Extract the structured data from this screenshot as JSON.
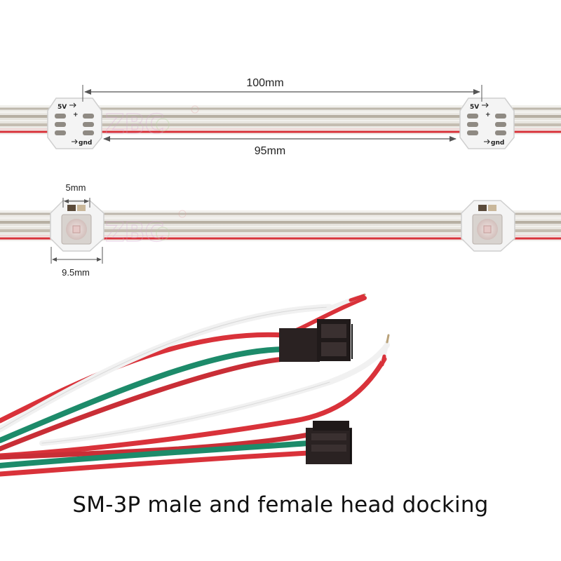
{
  "dimensions": {
    "pitch": "100mm",
    "gap": "95mm",
    "led_size": "5mm",
    "board_diameter": "9.5mm"
  },
  "pcb_labels": {
    "vcc": "5V",
    "plus": "+",
    "ground": "gnd"
  },
  "caption": "SM-3P male and female head docking",
  "colors": {
    "wire_red": "#d9323a",
    "wire_green": "#1d8b6a",
    "wire_white": "#f2f2f2",
    "connector": "#2a2222",
    "pcb": "#f4f4f4",
    "led_chip": "#e7d9d6"
  }
}
